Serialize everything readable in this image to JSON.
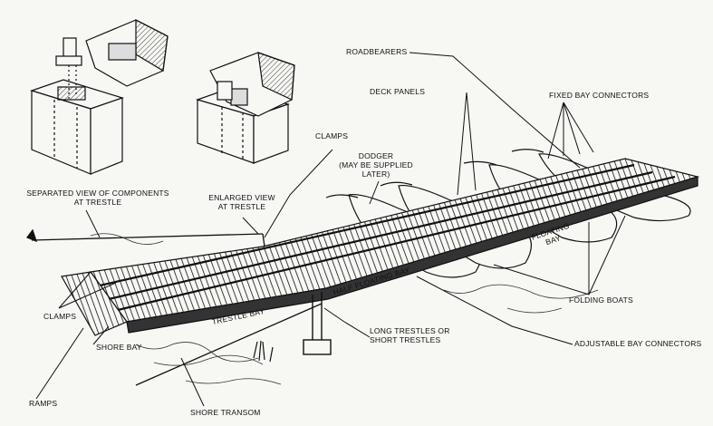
{
  "labels": {
    "roadbearers": "ROADBEARERS",
    "deck_panels": "DECK PANELS",
    "fixed_bay_connectors": "FIXED BAY CONNECTORS",
    "clamps_top": "CLAMPS",
    "dodger": "DODGER\n(MAY BE SUPPLIED\nLATER)",
    "separated_view": "SEPARATED VIEW OF COMPONENTS\nAT TRESTLE",
    "enlarged_view": "ENLARGED VIEW\nAT TRESTLE",
    "floating_bay": "FLOATING\nBAY",
    "half_floating_bay": "HALF FLOATING BAY",
    "trestle_bay": "TRESTLE BAY",
    "clamps_left": "CLAMPS",
    "shore_bay": "SHORE BAY",
    "ramps": "RAMPS",
    "shore_transom": "SHORE TRANSOM",
    "long_trestles": "LONG TRESTLES OR\nSHORT TRESTLES",
    "folding_boats": "FOLDING BOATS",
    "adjustable_bay_connectors": "ADJUSTABLE BAY CONNECTORS"
  },
  "colors": {
    "ink": "#111111",
    "paper": "#f7f7f4"
  }
}
